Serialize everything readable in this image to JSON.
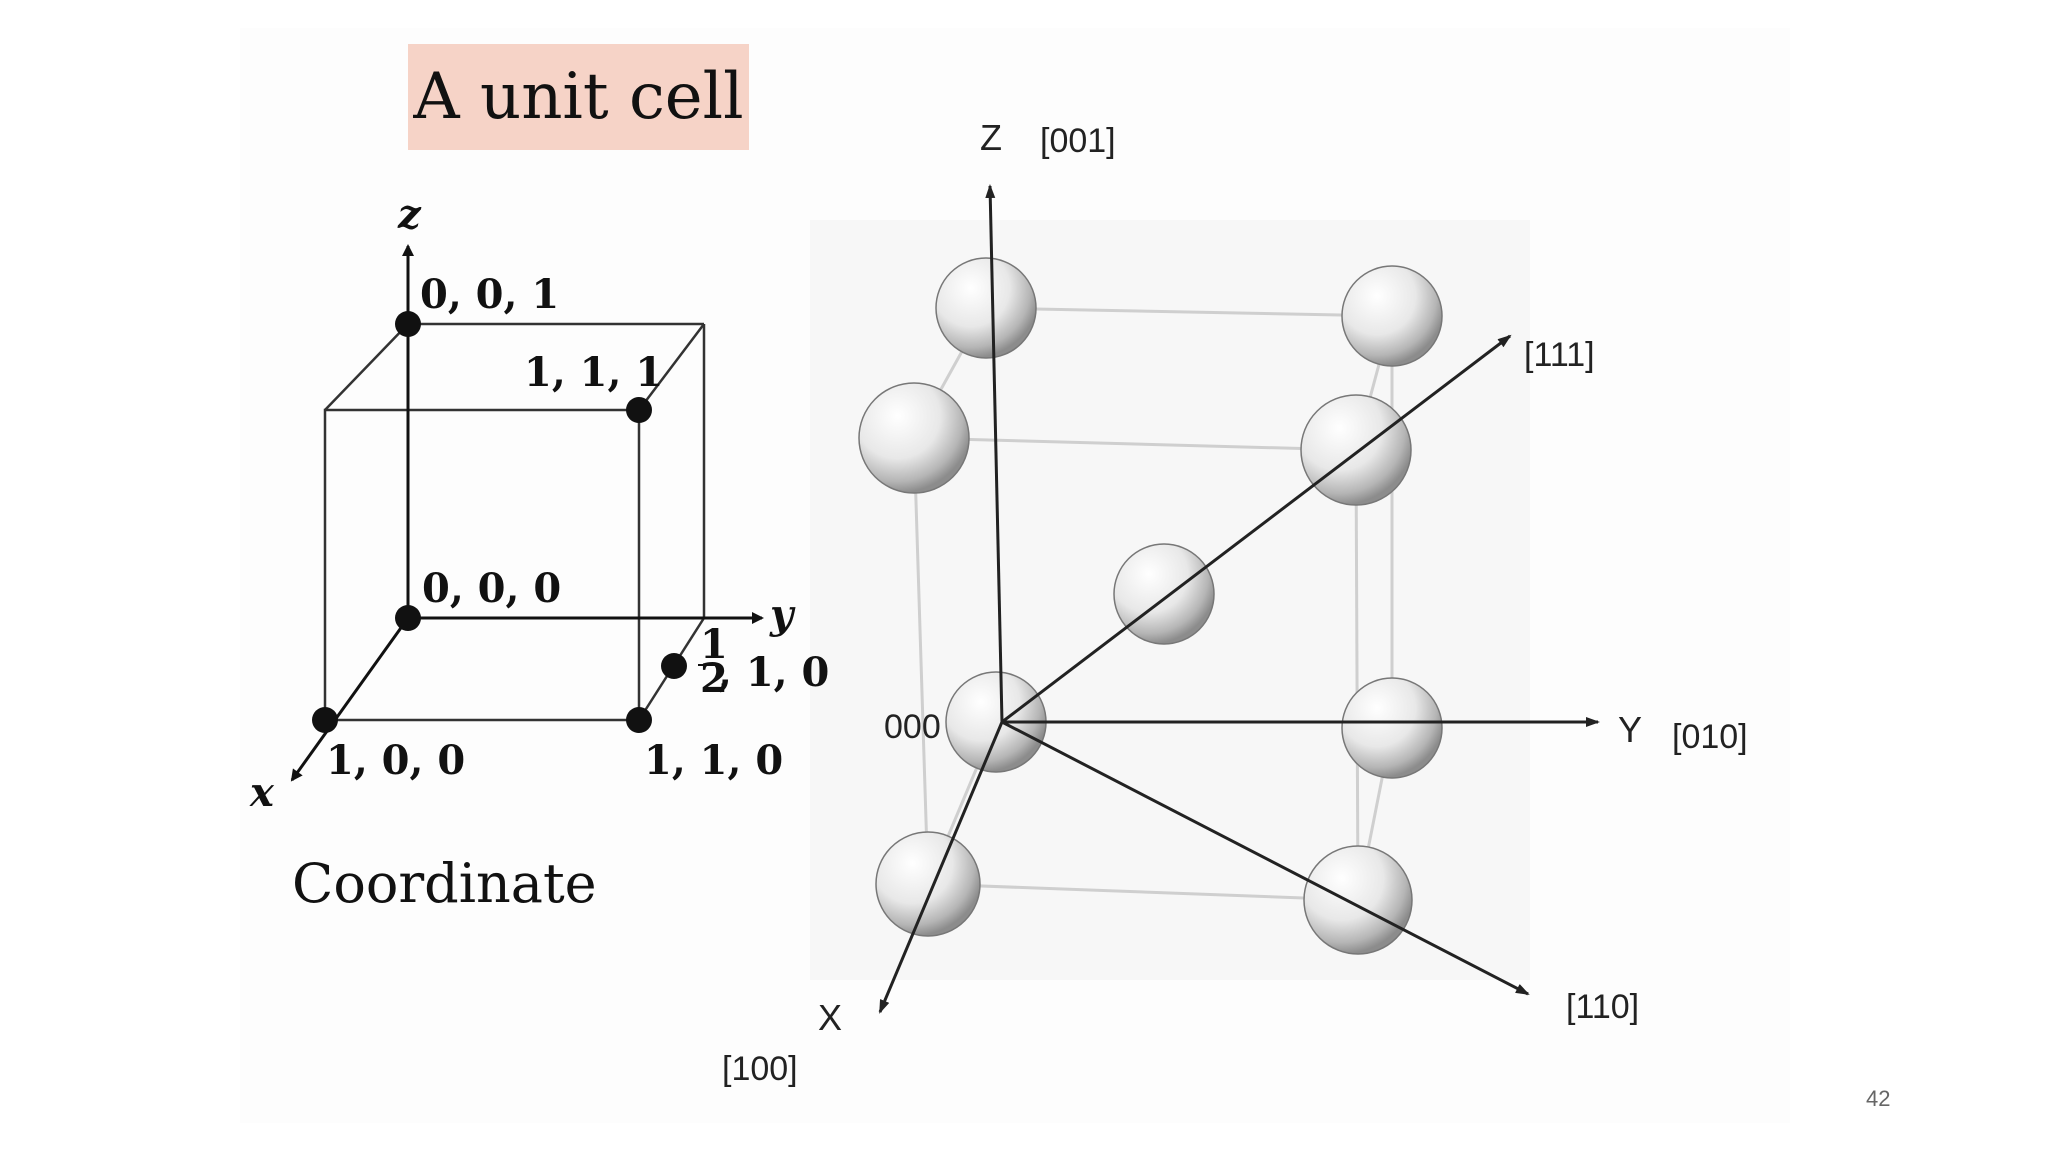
{
  "title": "A unit cell",
  "coordinate_diagram": {
    "caption": "Coordinate",
    "axes": {
      "z": "z",
      "y": "y",
      "x": "x"
    },
    "points": {
      "p001": "0, 0, 1",
      "p111": "1, 1, 1",
      "p000": "0, 0, 0",
      "p_half10": ", 1, 0",
      "p_half_num": "1",
      "p_half_den": "2",
      "p100": "1, 0, 0",
      "p110": "1, 1, 0"
    }
  },
  "crystal_diagram": {
    "origin": "000",
    "axes": {
      "z": "Z",
      "z_dir": "[001]",
      "y": "Y",
      "y_dir": "[010]",
      "x": "X",
      "x_dir": "[100]"
    },
    "directions": {
      "d111": "[111]",
      "d110": "[110]"
    }
  },
  "page_number": "42"
}
